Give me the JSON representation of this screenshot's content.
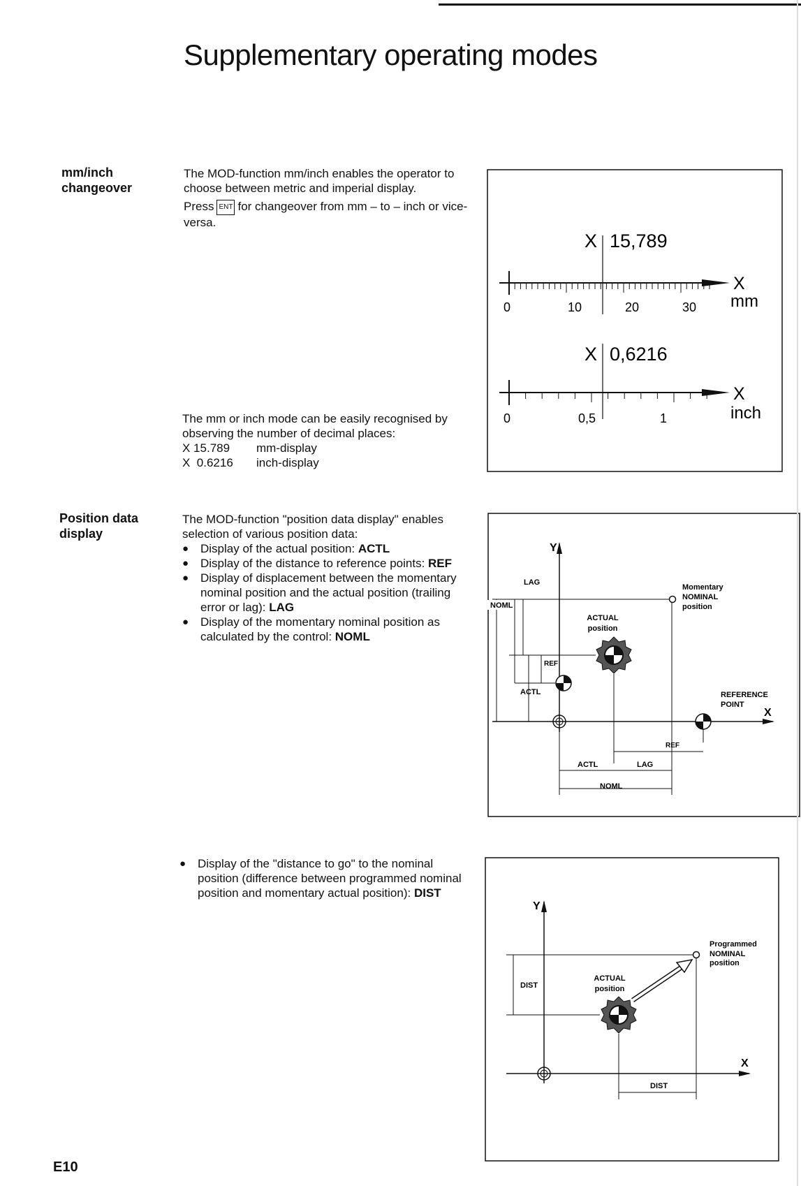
{
  "page": {
    "title": "Supplementary operating modes",
    "page_number": "E10"
  },
  "section1": {
    "heading_line1": "mm/inch",
    "heading_line2": "changeover",
    "p1": "The MOD-function mm/inch enables the operator to choose between metric and imperial display.",
    "p2_before": "Press",
    "key_label": "ENT",
    "p2_after": "for changeover from mm – to – inch or vice-versa.",
    "p3": "The mm or inch mode can be easily recognised by observing the number of decimal places:",
    "example1_value": "X 15.789",
    "example1_label": "mm-display",
    "example2_value": "X  0.6216",
    "example2_label": "inch-display"
  },
  "figure1": {
    "mm_axis_label": "X",
    "mm_reading": "15,789",
    "mm_ticks": [
      "0",
      "10",
      "20",
      "30"
    ],
    "mm_arrow_label": "X",
    "mm_unit": "mm",
    "inch_axis_label": "X",
    "inch_reading": "0,6216",
    "inch_ticks": [
      "0",
      "0,5",
      "1"
    ],
    "inch_arrow_label": "X",
    "inch_unit": "inch"
  },
  "section2": {
    "heading_line1": "Position data",
    "heading_line2": "display",
    "intro": "The MOD-function \"position data display\" enables selection of various position data:",
    "items": [
      {
        "text": "Display of the actual position: ",
        "bold": "ACTL"
      },
      {
        "text": "Display of the distance to reference points: ",
        "bold": "REF"
      },
      {
        "text": "Display of displacement between the momentary nominal position and the actual position (trailing error or lag): ",
        "bold": "LAG"
      },
      {
        "text": "Display of the momentary nominal position as calculated by the control: ",
        "bold": "NOML"
      }
    ],
    "item5": {
      "text": "Display of the \"distance to go\" to the nominal position (difference between programmed nominal position and momentary actual position): ",
      "bold": "DIST"
    }
  },
  "figure2": {
    "y_label": "Y",
    "x_label": "X",
    "momentary_l1": "Momentary",
    "momentary_l2": "NOMINAL",
    "momentary_l3": "position",
    "actual_l1": "ACTUAL",
    "actual_l2": "position",
    "lag": "LAG",
    "noml_v": "NOML",
    "ref_v": "REF",
    "actl_v": "ACTL",
    "refpoint_l1": "REFERENCE",
    "refpoint_l2": "POINT",
    "ref_h": "REF",
    "actl_h": "ACTL",
    "lag_h": "LAG",
    "noml_h": "NOML"
  },
  "figure3": {
    "y_label": "Y",
    "x_label": "X",
    "prog_l1": "Programmed",
    "prog_l2": "NOMINAL",
    "prog_l3": "position",
    "actual_l1": "ACTUAL",
    "actual_l2": "position",
    "dist_v": "DIST",
    "dist_h": "DIST"
  }
}
